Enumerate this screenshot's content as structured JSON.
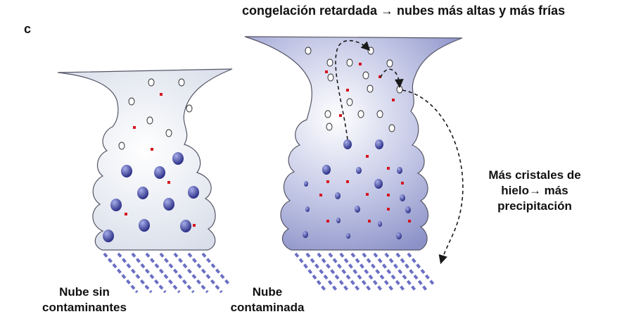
{
  "figure": {
    "panel_letter": "c",
    "title": "congelación retardada → nubes más altas y más frías",
    "side_label_lines": [
      "Más cristales de",
      "hielo→ más",
      "precipitación"
    ],
    "clean_cloud_label_lines": [
      "Nube sin",
      "contaminantes"
    ],
    "polluted_cloud_label_lines": [
      "Nube",
      "contaminada"
    ]
  },
  "colors": {
    "clean_cloud_fill": "#e6ecf5",
    "polluted_cloud_fill": "#a3a9d6",
    "cloud_outline": "#555566",
    "raindrop": "#3c3f9e",
    "aerosol": "#d4161f",
    "ice_crystal": "#ffffff",
    "rain": "#6a6fc4",
    "arrow": "#1a1a1a"
  },
  "legend_icons": [
    "water-drop-icon",
    "ice-crystal-icon",
    "aerosol-particle-icon"
  ]
}
